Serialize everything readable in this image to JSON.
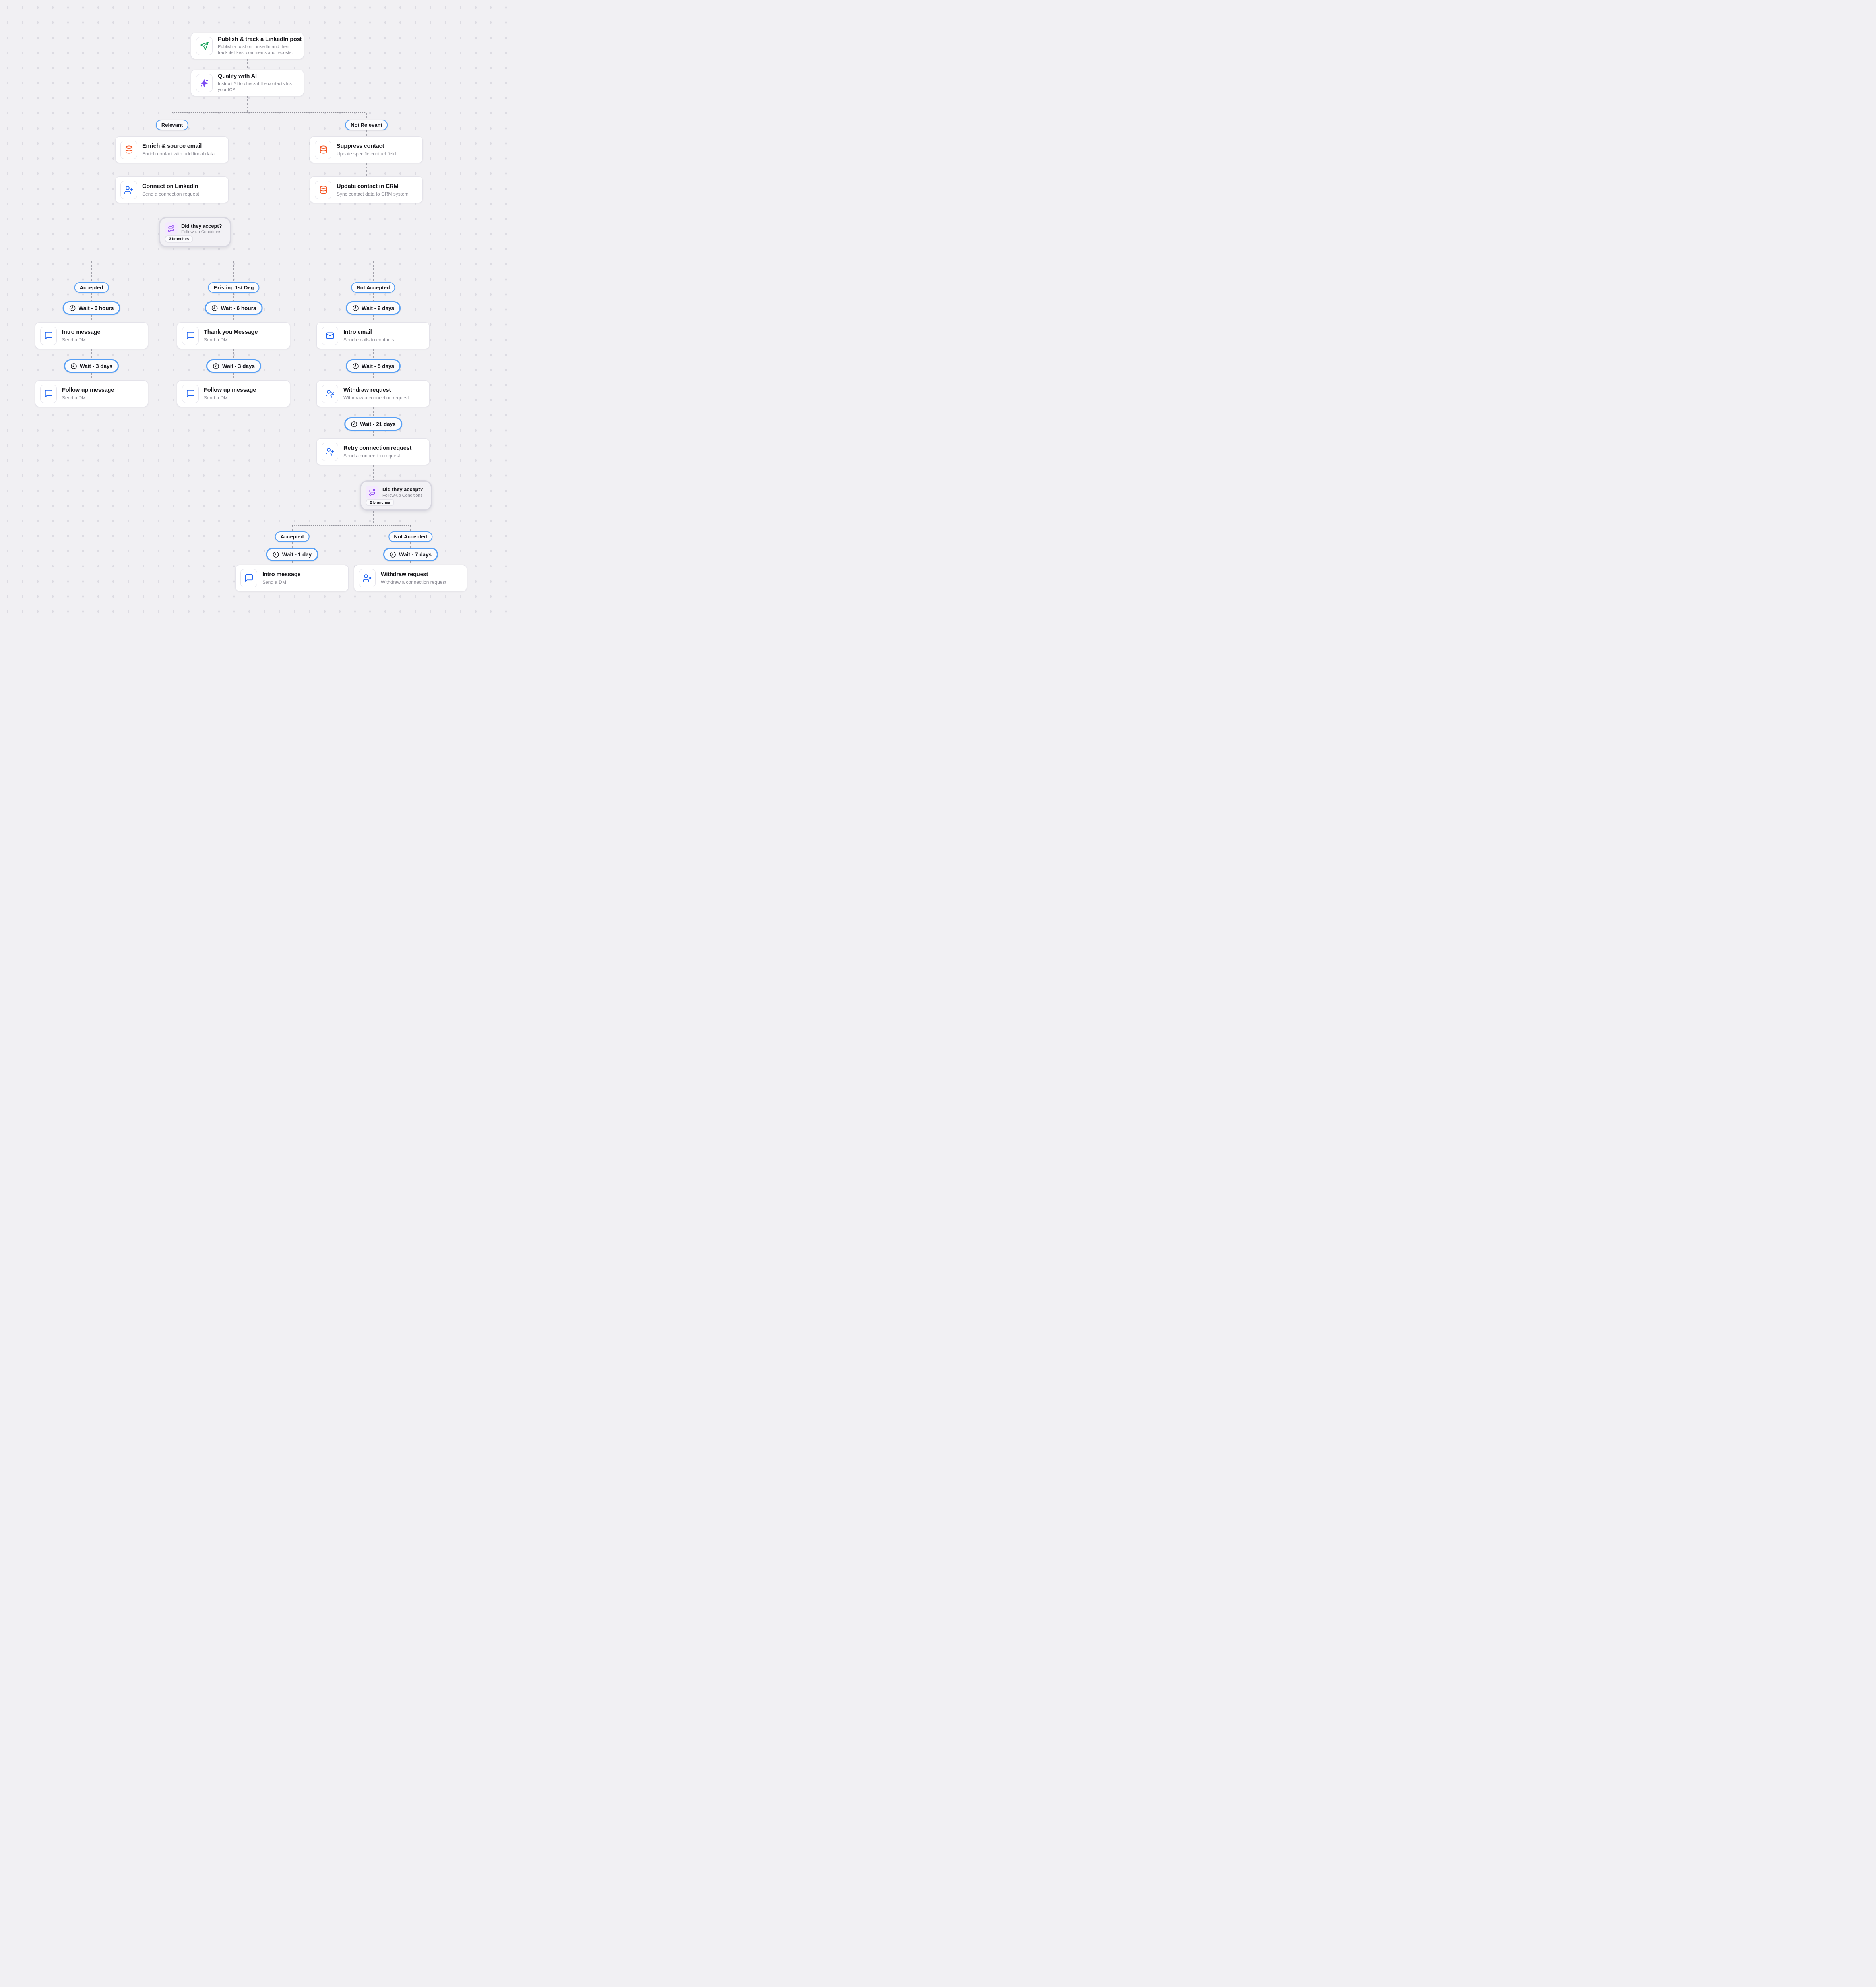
{
  "nodes": {
    "publish": {
      "title": "Publish & track a LinkedIn post",
      "desc": "Publish a post on LinkedIn and then track its likes, comments and reposts.",
      "icon": "send-icon"
    },
    "qualify": {
      "title": "Qualify with AI",
      "desc": "Instruct AI to check if the contacts fits your ICP",
      "icon": "sparkles-icon"
    },
    "enrich": {
      "title": "Enrich & source email",
      "desc": "Enrich contact with additional data",
      "icon": "database-icon"
    },
    "suppress": {
      "title": "Suppress contact",
      "desc": "Update specific contact field",
      "icon": "database-icon"
    },
    "connect": {
      "title": "Connect on LinkedIn",
      "desc": "Send a connection request",
      "icon": "user-plus-icon"
    },
    "update_crm": {
      "title": "Update contact in CRM",
      "desc": "Sync contact data to CRM system",
      "icon": "database-icon"
    },
    "condition1": {
      "title": "Did they accept?",
      "desc": "Follow-up Conditions",
      "badge": "3 branches",
      "icon": "route-icon"
    },
    "intro_message": {
      "title": "Intro message",
      "desc": "Send a DM",
      "icon": "chat-bubble-icon"
    },
    "thank_you": {
      "title": "Thank you Message",
      "desc": "Send a DM",
      "icon": "chat-bubble-icon"
    },
    "intro_email": {
      "title": "Intro email",
      "desc": "Send emails to contacts",
      "icon": "mail-icon"
    },
    "follow_up1": {
      "title": "Follow up message",
      "desc": "Send a DM",
      "icon": "chat-bubble-icon"
    },
    "follow_up2": {
      "title": "Follow up message",
      "desc": "Send a DM",
      "icon": "chat-bubble-icon"
    },
    "withdraw1": {
      "title": "Withdraw request",
      "desc": "Withdraw a connection request",
      "icon": "user-x-icon"
    },
    "retry": {
      "title": "Retry connection request",
      "desc": "Send a connection request",
      "icon": "user-plus-icon"
    },
    "condition2": {
      "title": "Did they accept?",
      "desc": "Follow-up Conditions",
      "badge": "2 branches",
      "icon": "route-icon"
    },
    "intro_message2": {
      "title": "Intro message",
      "desc": "Send a DM",
      "icon": "chat-bubble-icon"
    },
    "withdraw2": {
      "title": "Withdraw request",
      "desc": "Withdraw a connection request",
      "icon": "user-x-icon"
    }
  },
  "chips": {
    "relevant": "Relevant",
    "not_relevant": "Not Relevant",
    "accepted": "Accepted",
    "existing_1st_deg": "Existing 1st Deg",
    "not_accepted": "Not Accepted",
    "accepted2": "Accepted",
    "not_accepted2": "Not Accepted"
  },
  "waits": {
    "w6h_1": "Wait - 6 hours",
    "w6h_2": "Wait - 6 hours",
    "w2d": "Wait - 2 days",
    "w3d_1": "Wait - 3 days",
    "w3d_2": "Wait - 3 days",
    "w5d": "Wait - 5 days",
    "w21d": "Wait - 21 days",
    "w1d": "Wait - 1 day",
    "w7d": "Wait - 7 days"
  },
  "colors": {
    "canvas_bg": "#f1f0f3",
    "chip_border_blue": "#58a0f5",
    "node_border": "#e4e3ea",
    "condition_bg": "#f2f1f5",
    "condition_border": "#d8d7e0",
    "wire_gray": "#8d8d97",
    "icon_green": "#16a35a",
    "icon_purple": "#7c4df3",
    "icon_orange": "#f4511e",
    "icon_blue": "#1d63f2",
    "title_text": "#141419",
    "muted_text": "#8b8b95"
  }
}
